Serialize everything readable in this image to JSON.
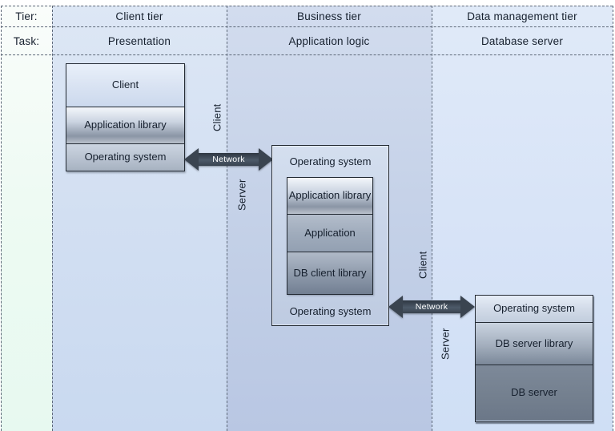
{
  "palette": {
    "arrow_dark": "#3a4450",
    "text_dark": "#16202e",
    "column_client": "#cdd9ee",
    "column_business": "#bcc9e4",
    "column_data": "#d3e1f6",
    "column_labels": "#ecfaf3",
    "metal_gray": "#8a95a5",
    "db_server_gray": "#74808f",
    "network_text": "#ffffff"
  },
  "rows": {
    "tier_label": "Tier:",
    "task_label": "Task:"
  },
  "tiers": [
    {
      "name": "Client tier",
      "task": "Presentation"
    },
    {
      "name": "Business tier",
      "task": "Application logic"
    },
    {
      "name": "Data management tier",
      "task": "Database server"
    }
  ],
  "client_box": {
    "client": "Client",
    "app_library": "Application library",
    "os": "Operating system"
  },
  "business_box": {
    "os_top": "Operating system",
    "app_library": "Application library",
    "application": "Application",
    "db_client_library": "DB client library",
    "os_bottom": "Operating system"
  },
  "data_box": {
    "os": "Operating system",
    "db_server_library": "DB server library",
    "db_server": "DB server"
  },
  "link_client_business": {
    "network": "Network",
    "above": "Client",
    "below": "Server"
  },
  "link_business_data": {
    "network": "Network",
    "above": "Client",
    "below": "Server"
  }
}
